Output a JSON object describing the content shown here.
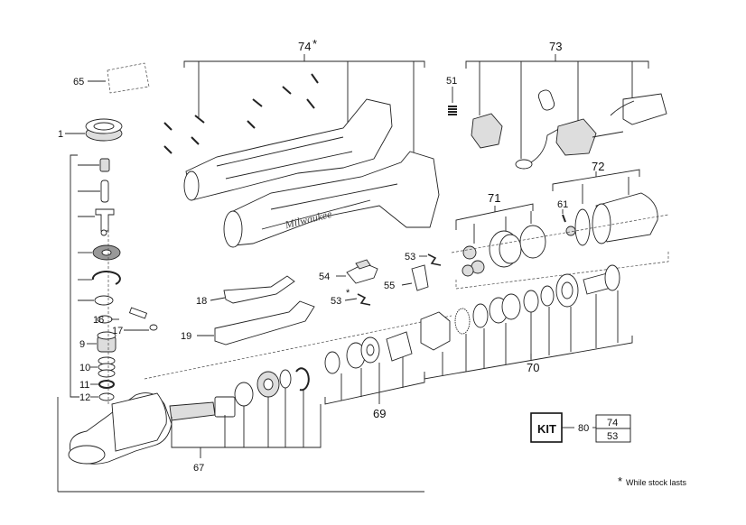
{
  "callouts": {
    "c65": "65",
    "c1": "1",
    "c16": "16",
    "c17": "17",
    "c9": "9",
    "c10": "10",
    "c11": "11",
    "c12": "12",
    "c18": "18",
    "c19": "19",
    "c67": "67",
    "c74": "74",
    "c74_star": "*",
    "c51": "51",
    "c73": "73",
    "c71": "71",
    "c72": "72",
    "c61": "61",
    "c53a": "53",
    "c54": "54",
    "c55": "55",
    "c53b": "53",
    "c53b_star": "*",
    "c69": "69",
    "c70": "70"
  },
  "kit": {
    "label": "KIT",
    "number": "80",
    "items": [
      "74",
      "53"
    ]
  },
  "footnote": {
    "star": "*",
    "text": "While stock lasts"
  }
}
